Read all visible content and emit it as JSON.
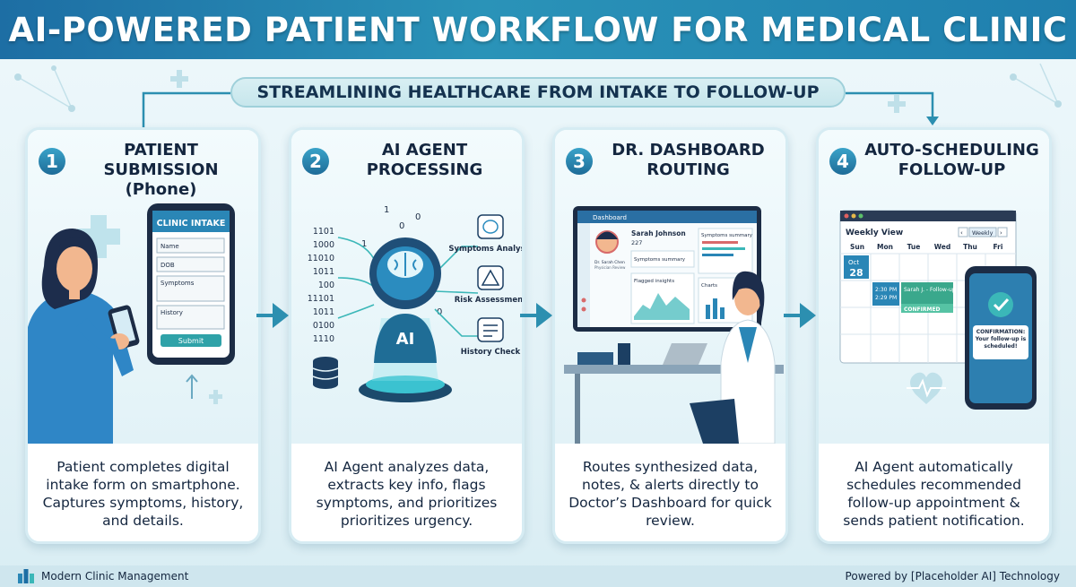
{
  "title": "AI-POWERED PATIENT WORKFLOW FOR MEDICAL CLINIC",
  "subtitle": "STREAMLINING HEALTHCARE FROM INTAKE TO FOLLOW-UP",
  "colors": {
    "primary": "#1d6ea4",
    "accent": "#2a93b8",
    "teal": "#3bb7b8",
    "navy": "#14263f"
  },
  "steps": [
    {
      "number": "1",
      "title": "PATIENT SUBMISSION (Phone)",
      "description": "Patient completes digital intake form on smartphone. Captures symptoms, history, and details.",
      "phone_form": {
        "header": "CLINIC INTAKE",
        "fields": [
          "Name",
          "DOB",
          "Symptoms",
          "History"
        ],
        "submit": "Submit"
      }
    },
    {
      "number": "2",
      "title": "AI AGENT PROCESSING",
      "description": "AI Agent analyzes data, extracts key info, flags symptoms, and prioritizes prioritizes urgency.",
      "binary": [
        "1101",
        "1000",
        "11010",
        "1011",
        "100",
        "11101",
        "1011",
        "0100",
        "1110"
      ],
      "binary_bits": [
        "1",
        "0",
        "0",
        "1",
        "0"
      ],
      "core_label": "AI",
      "outputs": [
        "Symptoms Analysis",
        "Risk Assessment",
        "History Check"
      ],
      "icons": [
        "brain-icon",
        "warning-icon",
        "checklist-icon",
        "database-icon"
      ]
    },
    {
      "number": "3",
      "title": "DR. DASHBOARD ROUTING",
      "description": "Routes synthesized data, notes, & alerts directly to Doctor’s Dashboard for quick review.",
      "dashboard": {
        "header": "Dashboard",
        "patient_name": "Sarah Johnson",
        "patient_meta": "227",
        "doctor_name": "Dr. Sarah Chen",
        "doctor_role": "Physician Review",
        "panels": [
          "Symptoms summary",
          "Symptoms summary",
          "Flagged insights",
          "Charts"
        ]
      }
    },
    {
      "number": "4",
      "title": "AUTO-SCHEDULING FOLLOW-UP",
      "description": "AI Agent automatically schedules recommended follow-up appointment & sends patient notification.",
      "calendar": {
        "view": "Weekly View",
        "mode": "Weekly",
        "days": [
          "Sun",
          "Mon",
          "Tue",
          "Wed",
          "Thu",
          "Fri"
        ],
        "month": "Oct",
        "date": "28",
        "time_start": "2:30 PM",
        "time_end": "2:29 PM",
        "event": "Sarah J. - Follow-up",
        "status": "CONFIRMED"
      },
      "notification": "CONFIRMATION: Your follow-up is scheduled!"
    }
  ],
  "footer": {
    "left": "Modern Clinic Management",
    "right": "Powered by [Placeholder AI] Technology"
  }
}
